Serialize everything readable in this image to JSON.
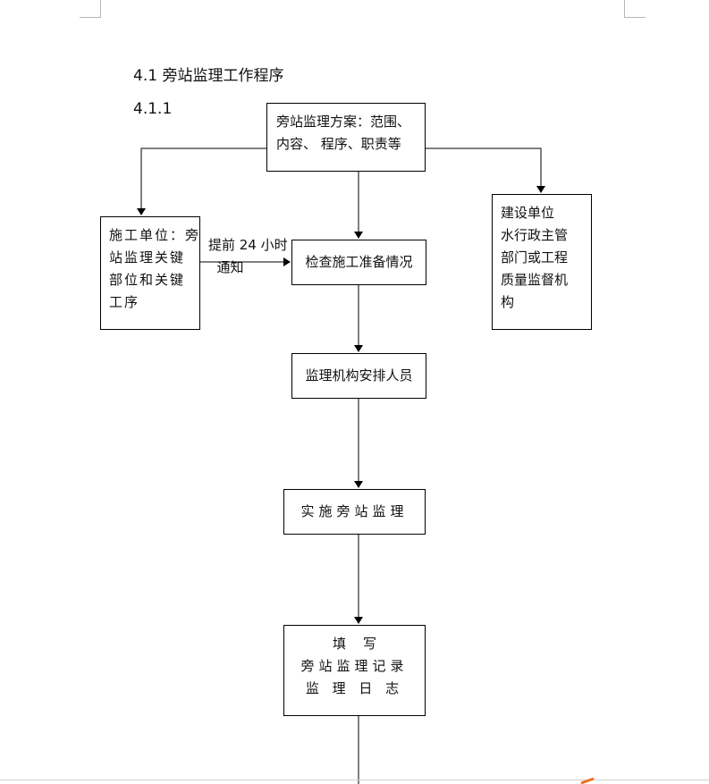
{
  "doc": {
    "heading": "4.1 旁站监理工作程序",
    "subheading": "4.1.1"
  },
  "flow": {
    "plan_box": [
      "旁站监理方案：范围、",
      "内容、 程序、职责等"
    ],
    "construction_box": [
      "施工单位：旁",
      "站监理关键",
      "部位和关键",
      "工序"
    ],
    "owner_box": [
      "建设单位",
      "水行政主管",
      "部门或工程",
      "质量监督机",
      "构"
    ],
    "notice_label": [
      "提前 24 小时",
      "  通知"
    ],
    "check_box": "检查施工准备情况",
    "staff_box": "监理机构安排人员",
    "execute_box": "实施旁站监理",
    "record_box": [
      "填    写",
      "旁站监理记录",
      "监 理 日 志"
    ]
  },
  "colors": {
    "line": "#000000",
    "page_guides": "#b8b8b8",
    "accent_mark": "#f07020"
  }
}
